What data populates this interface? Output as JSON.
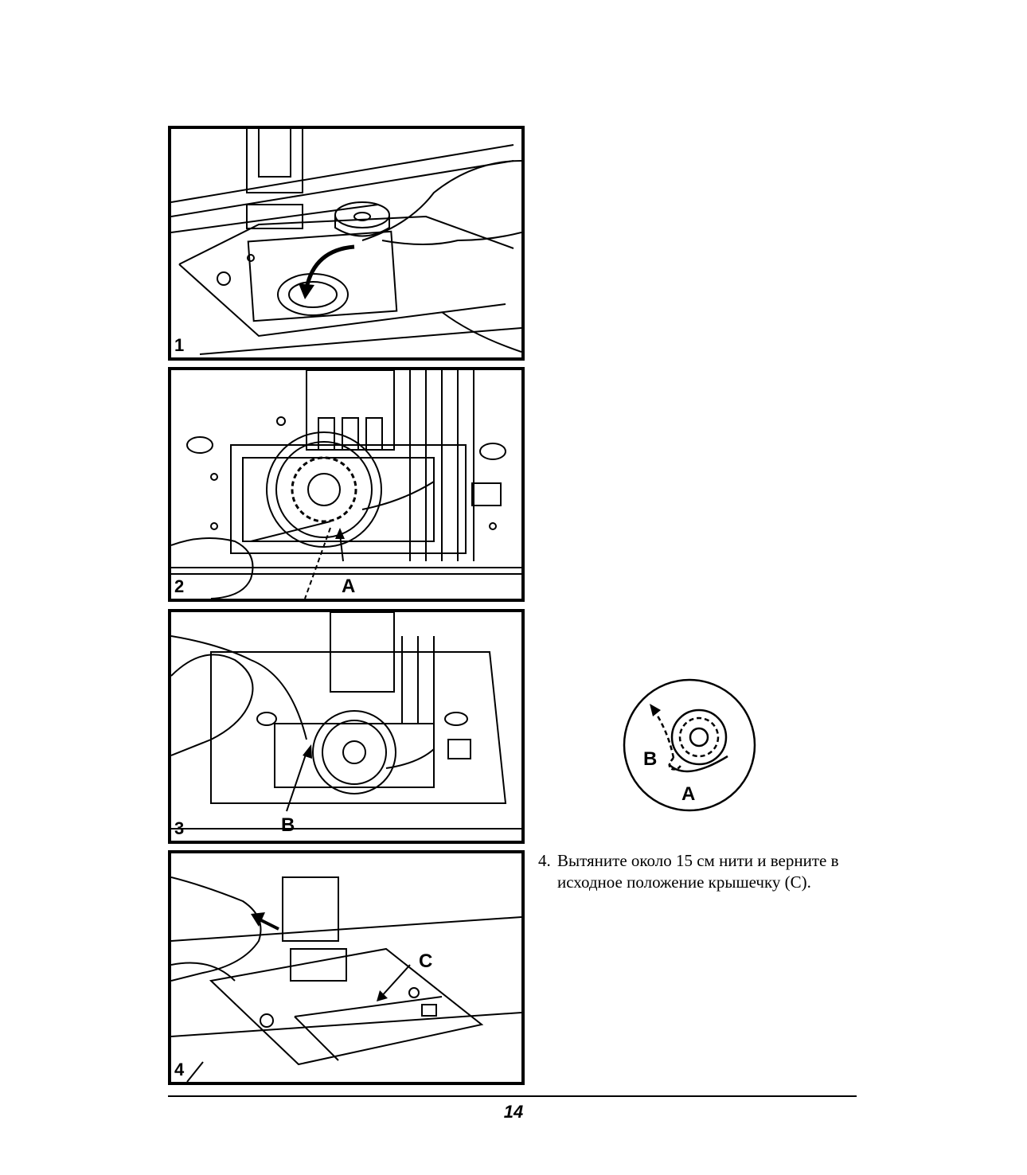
{
  "figures": [
    {
      "number": "1"
    },
    {
      "number": "2",
      "callouts": [
        "A"
      ]
    },
    {
      "number": "3",
      "callouts": [
        "B"
      ]
    },
    {
      "number": "4",
      "callouts": [
        "C"
      ]
    }
  ],
  "detail_diagram": {
    "callouts": [
      "B",
      "A"
    ]
  },
  "step": {
    "number": "4.",
    "text": "Вытяните около 15 см нити и верните в исходное положение крышечку (C)."
  },
  "page_number": "14"
}
